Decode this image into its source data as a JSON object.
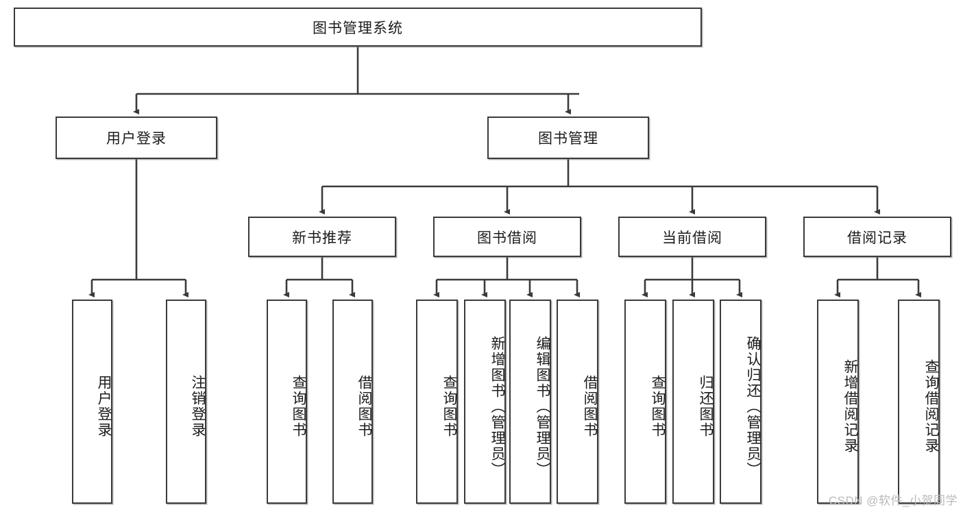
{
  "diagram": {
    "title_node": {
      "label": "图书管理系统"
    },
    "level2": [
      {
        "label": "用户登录"
      },
      {
        "label": "图书管理"
      }
    ],
    "level3": [
      {
        "label": "新书推荐"
      },
      {
        "label": "图书借阅"
      },
      {
        "label": "当前借阅"
      },
      {
        "label": "借阅记录"
      }
    ],
    "leaves": [
      {
        "label": "用户登录"
      },
      {
        "label": "注销登录"
      },
      {
        "label": "查询图书"
      },
      {
        "label": "借阅图书"
      },
      {
        "label": "查询图书"
      },
      {
        "label": "新增图书（管理员）"
      },
      {
        "label": "编辑图书（管理员）"
      },
      {
        "label": "借阅图书"
      },
      {
        "label": "查询图书"
      },
      {
        "label": "归还图书"
      },
      {
        "label": "确认归还（管理员）"
      },
      {
        "label": "新增借阅记录"
      },
      {
        "label": "查询借阅记录"
      }
    ],
    "watermark": "CSDN @软件_小贺同学",
    "colors": {
      "stroke": "#3a3a3a",
      "fill": "#ffffff",
      "text": "#1b1b1b",
      "watermark": "#b9b9b9"
    }
  }
}
